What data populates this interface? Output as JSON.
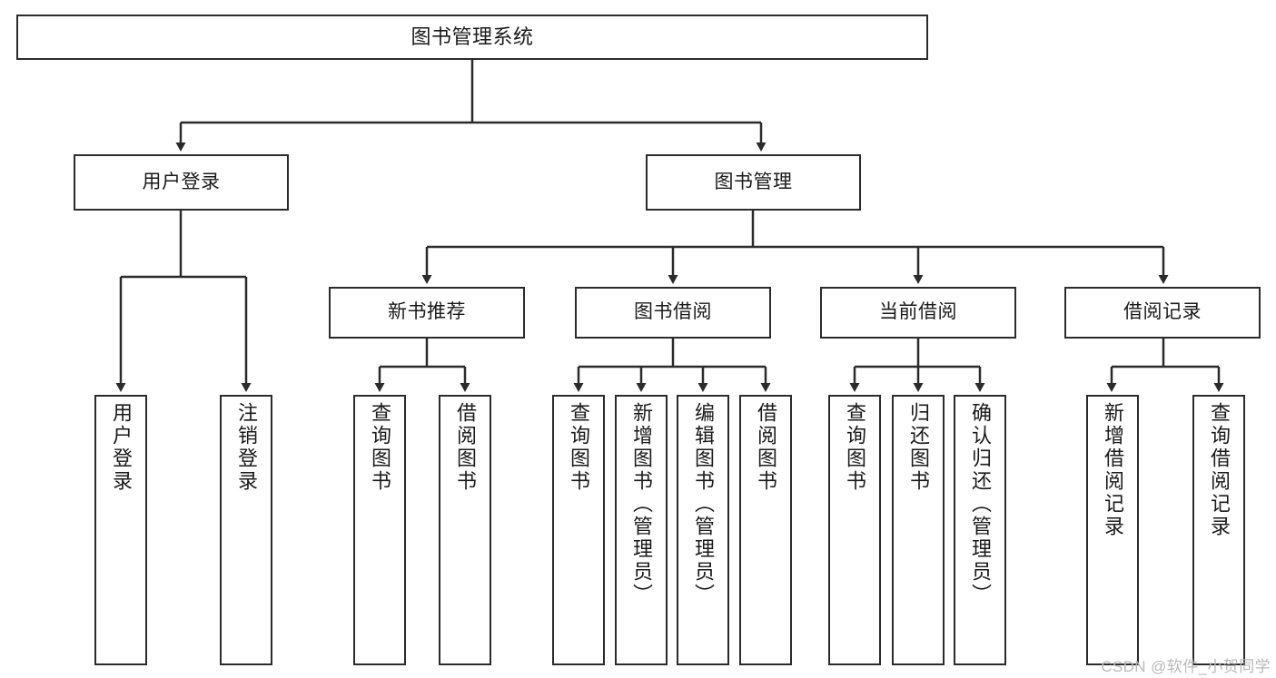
{
  "diagram": {
    "title": "图书管理系统",
    "type": "tree",
    "stroke_color": "#2b2b2b",
    "fill_color": "#ffffff",
    "text_color": "#1a1a1a",
    "levels": {
      "root": [
        "图书管理系统"
      ],
      "level2": [
        "用户登录",
        "图书管理"
      ],
      "level3": [
        "新书推荐",
        "图书借阅",
        "当前借阅",
        "借阅记录"
      ],
      "leaves": [
        "用户登录",
        "注销登录",
        "查询图书",
        "借阅图书",
        "查询图书",
        "新增图书（管理员）",
        "编辑图书（管理员）",
        "借阅图书",
        "查询图书",
        "归还图书",
        "确认归还（管理员）",
        "新增借阅记录",
        "查询借阅记录"
      ]
    },
    "nodes": {
      "root": {
        "label": "图书管理系统"
      },
      "user_login": {
        "label": "用户登录"
      },
      "book_manage": {
        "label": "图书管理"
      },
      "new_book_rec": {
        "label": "新书推荐"
      },
      "book_borrow": {
        "label": "图书借阅"
      },
      "current_borrow": {
        "label": "当前借阅"
      },
      "borrow_record": {
        "label": "借阅记录"
      },
      "leaf_user_login": {
        "label": "用户登录"
      },
      "leaf_logout": {
        "label": "注销登录"
      },
      "leaf_query_book_a": {
        "label": "查询图书"
      },
      "leaf_borrow_book_a": {
        "label": "借阅图书"
      },
      "leaf_query_book_b": {
        "label": "查询图书"
      },
      "leaf_add_book": {
        "label": "新增图书（管理员）"
      },
      "leaf_edit_book": {
        "label": "编辑图书（管理员）"
      },
      "leaf_borrow_book_b": {
        "label": "借阅图书"
      },
      "leaf_query_book_c": {
        "label": "查询图书"
      },
      "leaf_return_book": {
        "label": "归还图书"
      },
      "leaf_confirm_return": {
        "label": "确认归还（管理员）"
      },
      "leaf_add_record": {
        "label": "新增借阅记录"
      },
      "leaf_query_record": {
        "label": "查询借阅记录"
      }
    }
  },
  "watermark": {
    "text": "CSDN @软件_小贺同学"
  }
}
